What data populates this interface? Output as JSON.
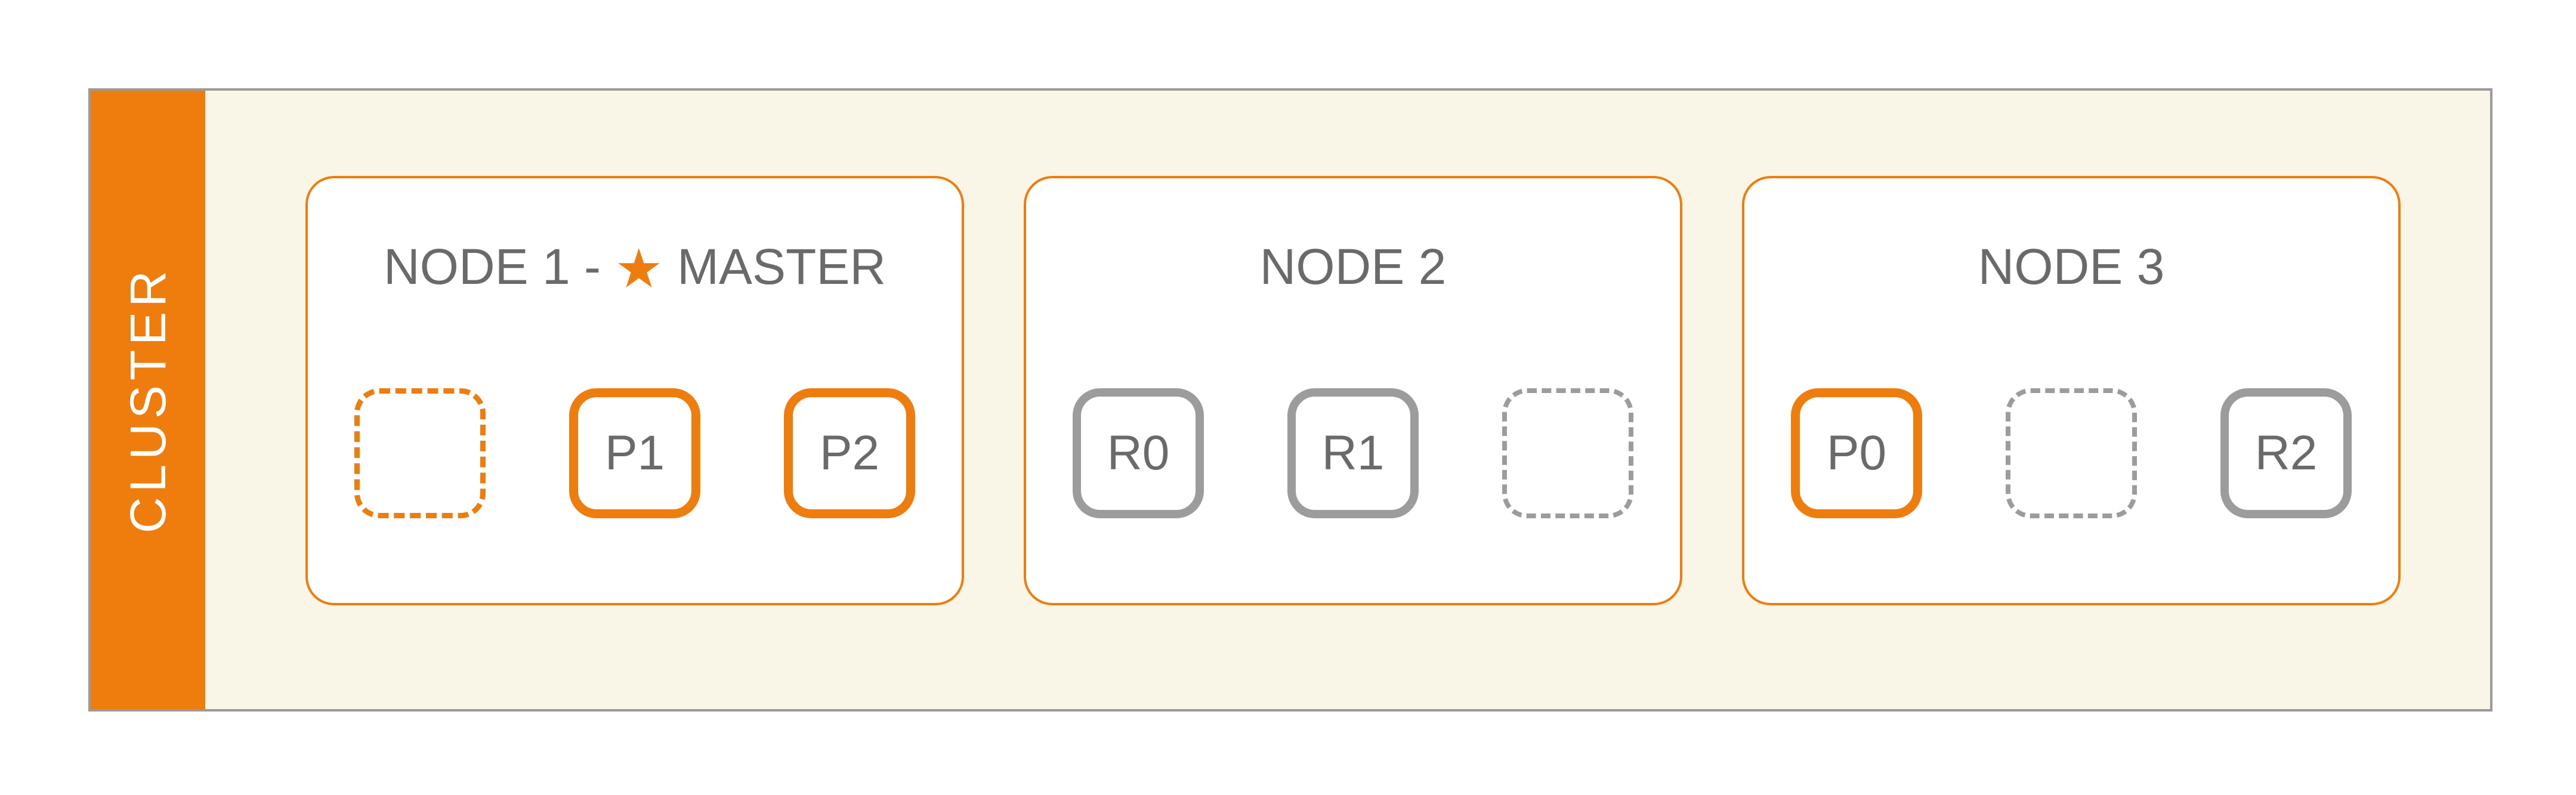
{
  "cluster": {
    "label": "CLUSTER"
  },
  "colors": {
    "orange": "#EE7D0D",
    "cream": "#FAF6E7",
    "frame_border": "#9A9A9A",
    "slot_gray": "#9C9C9C",
    "text_gray": "#6A6A6A",
    "node_bg": "#FFFFFF"
  },
  "nodes": [
    {
      "title_prefix": "NODE 1 - ",
      "star_icon": "★",
      "title_suffix": " MASTER",
      "slots": [
        {
          "label": "",
          "type": "empty-primary"
        },
        {
          "label": "P1",
          "type": "primary"
        },
        {
          "label": "P2",
          "type": "primary"
        }
      ]
    },
    {
      "title_prefix": "NODE 2",
      "slots": [
        {
          "label": "R0",
          "type": "replica"
        },
        {
          "label": "R1",
          "type": "replica"
        },
        {
          "label": "",
          "type": "empty-replica"
        }
      ]
    },
    {
      "title_prefix": "NODE 3",
      "slots": [
        {
          "label": "P0",
          "type": "primary"
        },
        {
          "label": "",
          "type": "empty-replica"
        },
        {
          "label": "R2",
          "type": "replica"
        }
      ]
    }
  ]
}
